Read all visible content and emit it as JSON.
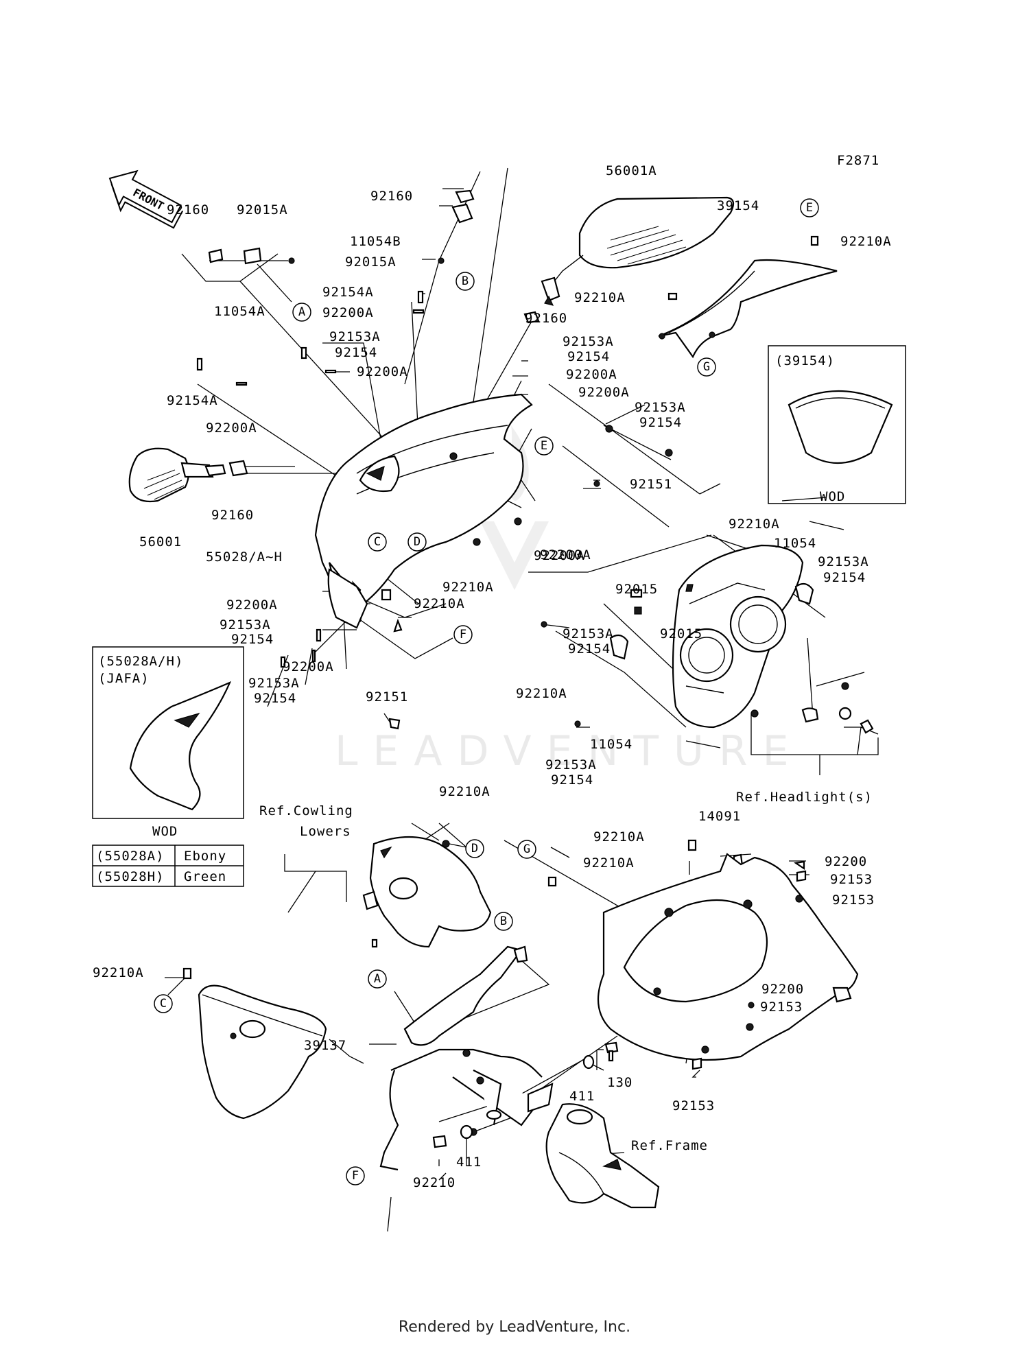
{
  "figure_code": "F2871",
  "front_arrow_label": "FRONT",
  "callouts": {
    "A": "A",
    "B": "B",
    "C": "C",
    "D": "D",
    "E": "E",
    "F": "F",
    "G": "G"
  },
  "parts": {
    "p_92160_tl": "92160",
    "p_92015A_tl": "92015A",
    "p_11054A": "11054A",
    "p_92160_top": "92160",
    "p_11054B": "11054B",
    "p_92015A_top": "92015A",
    "p_56001A": "56001A",
    "p_39154": "39154",
    "p_92210A_tr": "92210A",
    "p_92210A_wind": "92210A",
    "p_92154A_mid": "92154A",
    "p_92200A_mid": "92200A",
    "p_92153A_mid": "92153A",
    "p_92154_mid": "92154",
    "p_92200A_mid2": "92200A",
    "p_92160_mirror": "92160",
    "p_92153A_r1": "92153A",
    "p_92154_r1": "92154",
    "p_92200A_r1": "92200A",
    "p_92200A_r2": "92200A",
    "p_92153A_r2": "92153A",
    "p_92154_r2": "92154",
    "p_92151_r": "92151",
    "p_92154A_left": "92154A",
    "p_92200A_left": "92200A",
    "p_92160_left": "92160",
    "p_56001": "56001",
    "p_55028": "55028/A~H",
    "p_92210A_cowl": "92210A",
    "p_92200A_inner": "92200A",
    "p_92153A_inner": "92153A",
    "p_92154_inner": "92154",
    "p_92210A_e": "92210A",
    "p_92200A_ll": "92200A",
    "p_92153A_ll": "92153A",
    "p_92154_ll": "92154",
    "p_92151_ll": "92151",
    "p_92200A_lo": "92200A",
    "p_92210A_hl": "92210A",
    "p_11054_hl": "11054",
    "p_92153A_hl": "92153A",
    "p_92154_hl": "92154",
    "p_92015_a": "92015",
    "p_92015_b": "92015",
    "p_92200A_c": "92200A",
    "p_92153A_c": "92153A",
    "p_92154_c": "92154",
    "p_92210A_c2": "92210A",
    "p_11054_c": "11054",
    "p_92153A_c2": "92153A",
    "p_92154_c2": "92154",
    "p_92210A_d": "92210A",
    "p_14091": "14091",
    "p_92210A_14091a": "92210A",
    "p_92210A_14091b": "92210A",
    "p_92200_r": "92200",
    "p_92153_r1": "92153",
    "p_92153_r2": "92153",
    "p_92200_r2": "92200",
    "p_92153_r3": "92153",
    "p_92153_r4": "92153",
    "p_92210A_c3": "92210A",
    "p_39137": "39137",
    "p_411_a": "411",
    "p_130": "130",
    "p_411_b": "411",
    "p_92210": "92210"
  },
  "refs": {
    "headlight": "Ref.Headlight(s)",
    "cowling_lowers_1": "Ref.Cowling",
    "cowling_lowers_2": "Lowers",
    "frame": "Ref.Frame"
  },
  "inset_windshield": {
    "title": "(39154)",
    "caption": "WOD"
  },
  "inset_cowl": {
    "title_1": "(55028A/H)",
    "title_2": "(JAFA)",
    "caption": "WOD"
  },
  "color_table": [
    {
      "code": "(55028A)",
      "color": "Ebony"
    },
    {
      "code": "(55028H)",
      "color": "Green"
    }
  ],
  "watermark": "LEADVENTURE",
  "footer": "Rendered by LeadVenture, Inc."
}
